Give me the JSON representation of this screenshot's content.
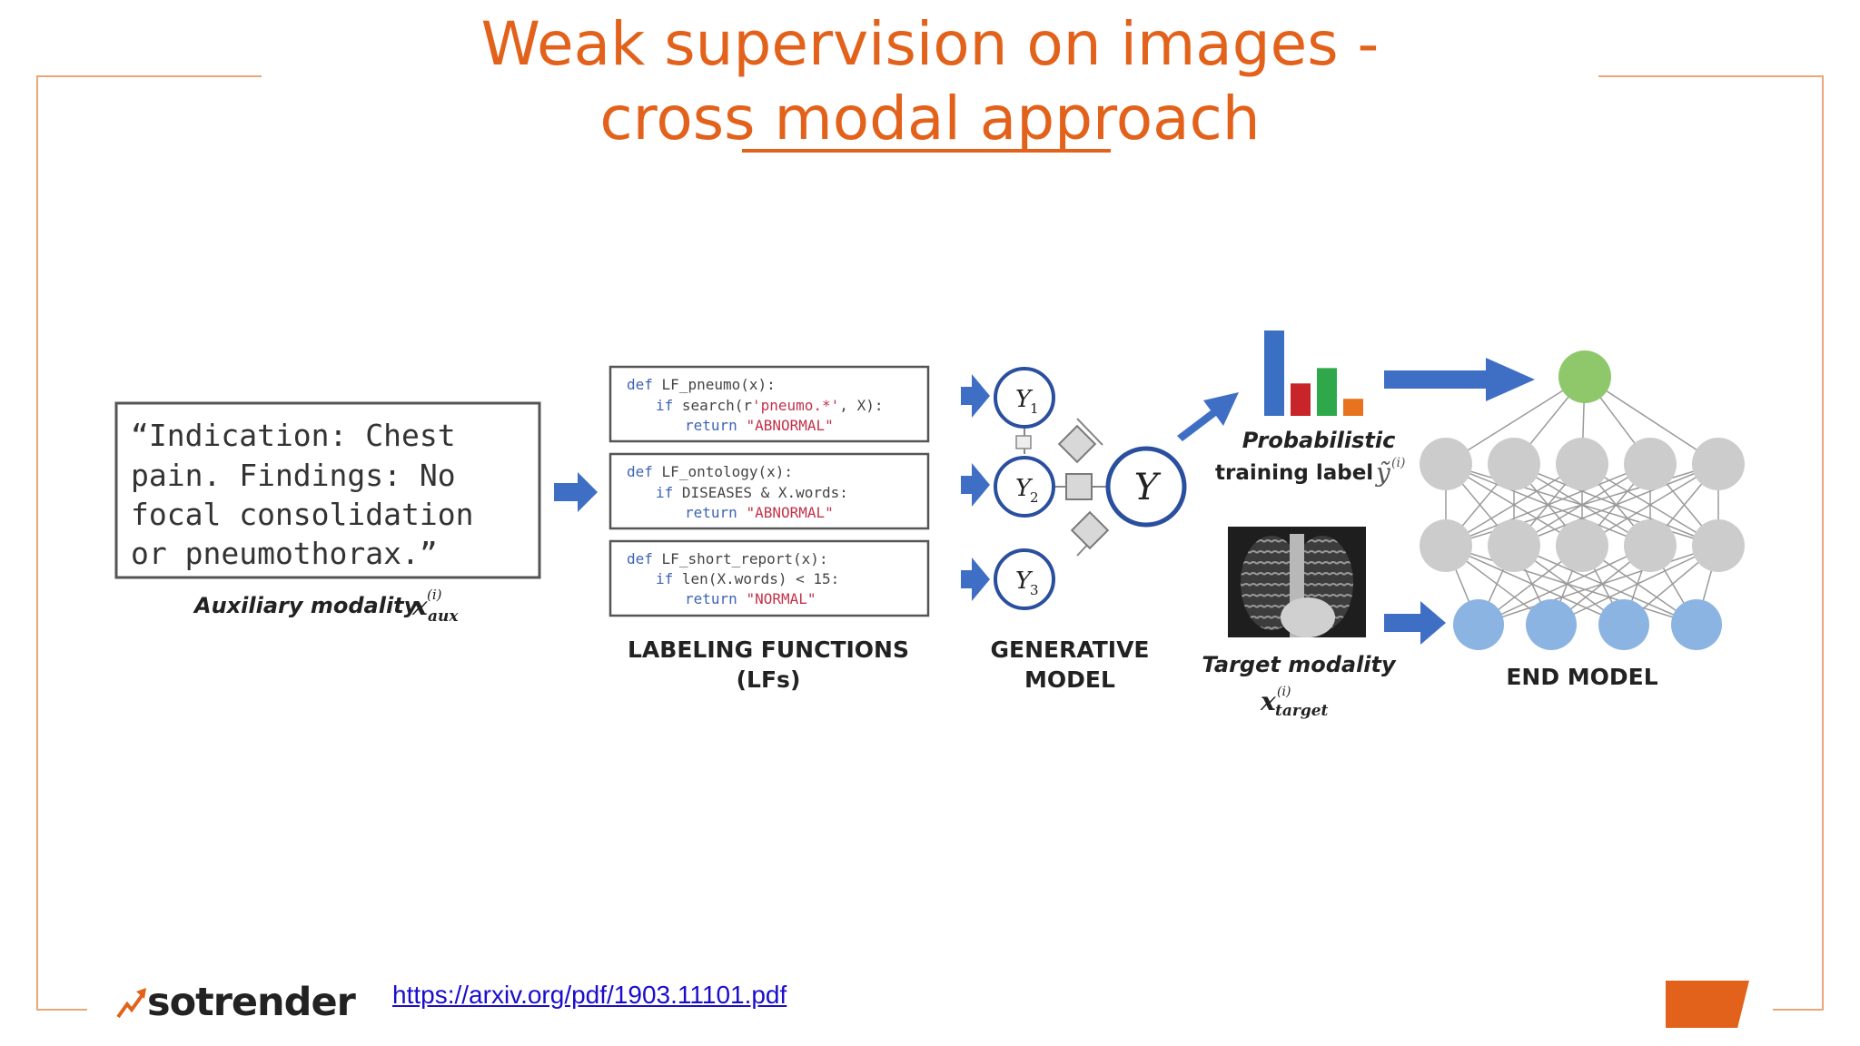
{
  "slide": {
    "title_line1": "Weak supervision on images -",
    "title_line2": "cross modal approach",
    "accent_color": "#e2621b"
  },
  "diagram": {
    "report_lines": [
      "“Indication: Chest",
      "pain. Findings: No",
      "focal consolidation",
      "or pneumothorax.”"
    ],
    "aux_label": "Auxiliary modality",
    "aux_var": "x",
    "aux_sub": "aux",
    "aux_sup": "(i)",
    "labeling_functions": [
      {
        "def_kw": "def",
        "name": "LF_pneumo(x):",
        "if_kw": "if",
        "cond_a": "search(r",
        "cond_str": "'pneumo.*'",
        "cond_b": ", X):",
        "ret_kw": "return",
        "ret_val": "\"ABNORMAL\""
      },
      {
        "def_kw": "def",
        "name": "LF_ontology(x):",
        "if_kw": "if",
        "cond_a": "DISEASES & X.words:",
        "cond_str": "",
        "cond_b": "",
        "ret_kw": "return",
        "ret_val": "\"ABNORMAL\""
      },
      {
        "def_kw": "def",
        "name": "LF_short_report(x):",
        "if_kw": "if",
        "cond_a": "len(X.words) < 15:",
        "cond_str": "",
        "cond_b": "",
        "ret_kw": "return",
        "ret_val": "\"NORMAL\""
      }
    ],
    "lf_label_line1": "LABELING FUNCTIONS",
    "lf_label_line2": "(LFs)",
    "gen_nodes": [
      {
        "var": "Y",
        "sub": "1"
      },
      {
        "var": "Y",
        "sub": "2"
      },
      {
        "var": "Y",
        "sub": "3"
      }
    ],
    "gen_output": "Y",
    "gen_label_line1": "GENERATIVE",
    "gen_label_line2": "MODEL",
    "prob_label_line1": "Probabilistic",
    "prob_label_line2": "training label",
    "prob_var": "ỹ",
    "prob_sup": "(i)",
    "prob_bars": [
      {
        "value": 1.0,
        "color": "#3a6fc4"
      },
      {
        "value": 0.38,
        "color": "#c8252b"
      },
      {
        "value": 0.56,
        "color": "#2ea84a"
      },
      {
        "value": 0.2,
        "color": "#e8731e"
      }
    ],
    "target_label": "Target modality",
    "target_var": "x",
    "target_sub": "target",
    "target_sup": "(i)",
    "end_label": "END MODEL",
    "colors": {
      "arrow_blue": "#3f6fc4",
      "node_blue": "#2a4f9e",
      "code_blue": "#3e64b4",
      "code_red": "#c2334a",
      "output_green": "#8ec86a",
      "hidden_gray": "#cccccc",
      "input_blue": "#8cb4e2"
    }
  },
  "footer": {
    "brand": "sotrender",
    "link": "https://arxiv.org/pdf/1903.11101.pdf"
  }
}
